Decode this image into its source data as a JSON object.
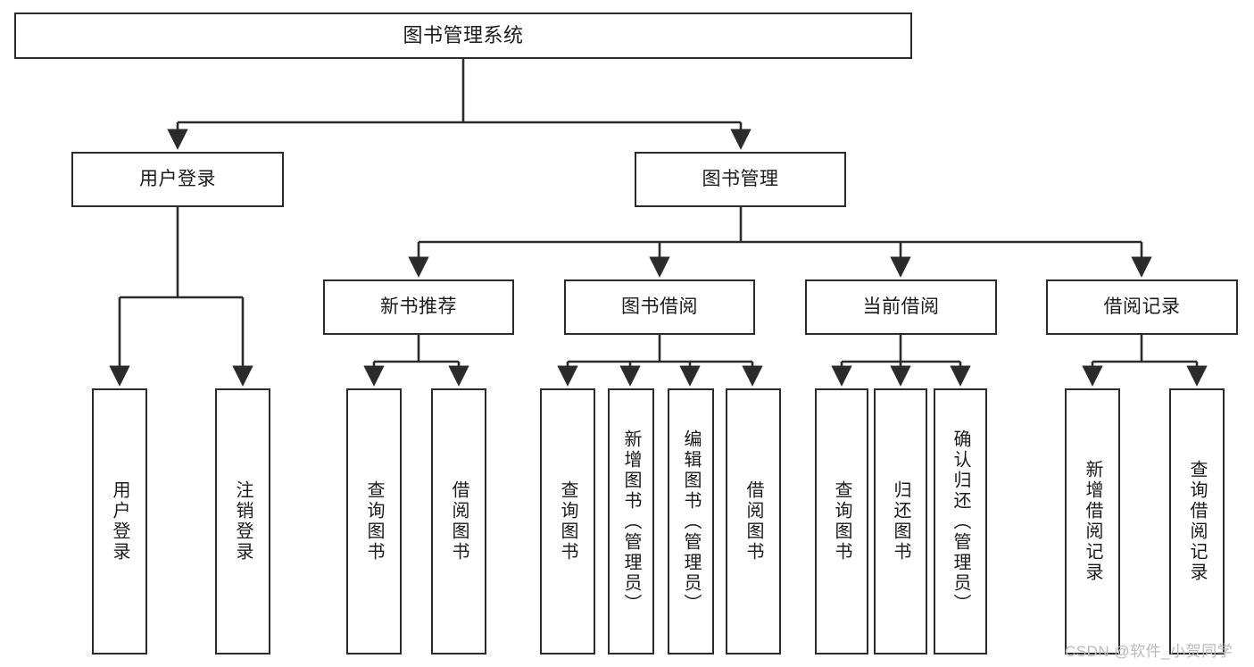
{
  "diagram": {
    "title": "图书管理系统",
    "type": "tree-hierarchy-diagram",
    "style": {
      "background": "#ffffff",
      "box_border": "#2b2b2b",
      "box_fill": "#ffffff",
      "edge_color": "#2b2b2b",
      "text_color": "#1b1b1b",
      "watermark_color": "#b9b9b9"
    },
    "root": {
      "label": "图书管理系统"
    },
    "level2": [
      {
        "label": "用户登录"
      },
      {
        "label": "图书管理"
      }
    ],
    "level3": [
      {
        "label": "新书推荐"
      },
      {
        "label": "图书借阅"
      },
      {
        "label": "当前借阅"
      },
      {
        "label": "借阅记录"
      }
    ],
    "leaves": {
      "user_login": [
        {
          "label": "用户登录"
        },
        {
          "label": "注销登录"
        }
      ],
      "new_book_recommend": [
        {
          "label": "查询图书"
        },
        {
          "label": "借阅图书"
        }
      ],
      "book_borrow": [
        {
          "label": "查询图书"
        },
        {
          "label": "新增图书（管理员）"
        },
        {
          "label": "编辑图书（管理员）"
        },
        {
          "label": "借阅图书"
        }
      ],
      "current_borrow": [
        {
          "label": "查询图书"
        },
        {
          "label": "归还图书"
        },
        {
          "label": "确认归还（管理员）"
        }
      ],
      "borrow_record": [
        {
          "label": "新增借阅记录"
        },
        {
          "label": "查询借阅记录"
        }
      ]
    }
  },
  "watermark": {
    "text": "CSDN @软件_小贺同学"
  }
}
